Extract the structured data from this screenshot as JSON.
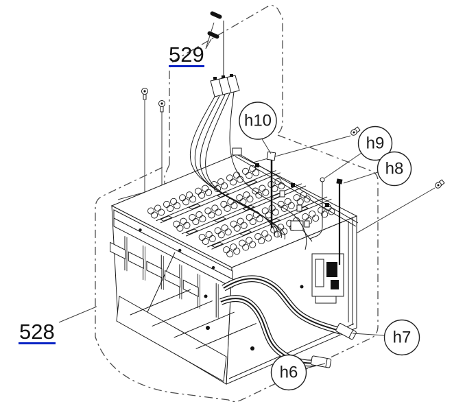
{
  "figure": {
    "description": "Exploded parts diagram of cartridge holder assembly with removal boundaries",
    "colors": {
      "background": "#ffffff",
      "ink": "#1a1a1a",
      "boundary": "#4d4d4d",
      "underline": "#0a23c4"
    },
    "hardware": {
      "silver_screws_visible": 4,
      "black_screws_visible": 2
    }
  },
  "part_labels": [
    {
      "id": "529",
      "label": "529",
      "underlined": true
    },
    {
      "id": "528",
      "label": "528",
      "underlined": true
    }
  ],
  "callouts": [
    {
      "id": "h10",
      "label": "h10"
    },
    {
      "id": "h9",
      "label": "h9"
    },
    {
      "id": "h8",
      "label": "h8"
    },
    {
      "id": "h7",
      "label": "h7"
    },
    {
      "id": "h6",
      "label": "h6"
    }
  ]
}
